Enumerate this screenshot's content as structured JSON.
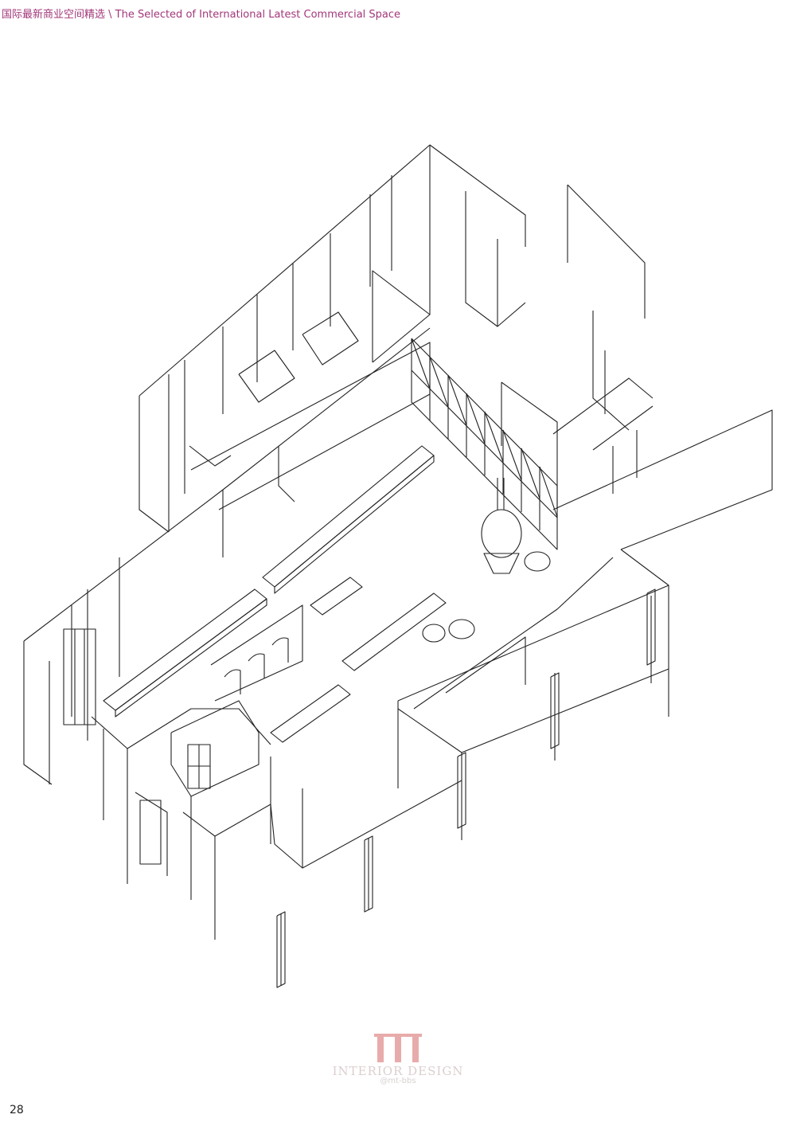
{
  "header": {
    "title": "国际最新商业空间精选 \\ The Selected of International Latest Commercial Space"
  },
  "figure": {
    "icon": "axonometric-floor-plan",
    "colors": {
      "line": "#222222",
      "background": "#ffffff"
    }
  },
  "watermark": {
    "icon": "interior-design-logo",
    "brand": "INTERIOR DESIGN",
    "sub": "@mt-bbs",
    "color": "#e6a3a3"
  },
  "footer": {
    "page_number": "28"
  }
}
